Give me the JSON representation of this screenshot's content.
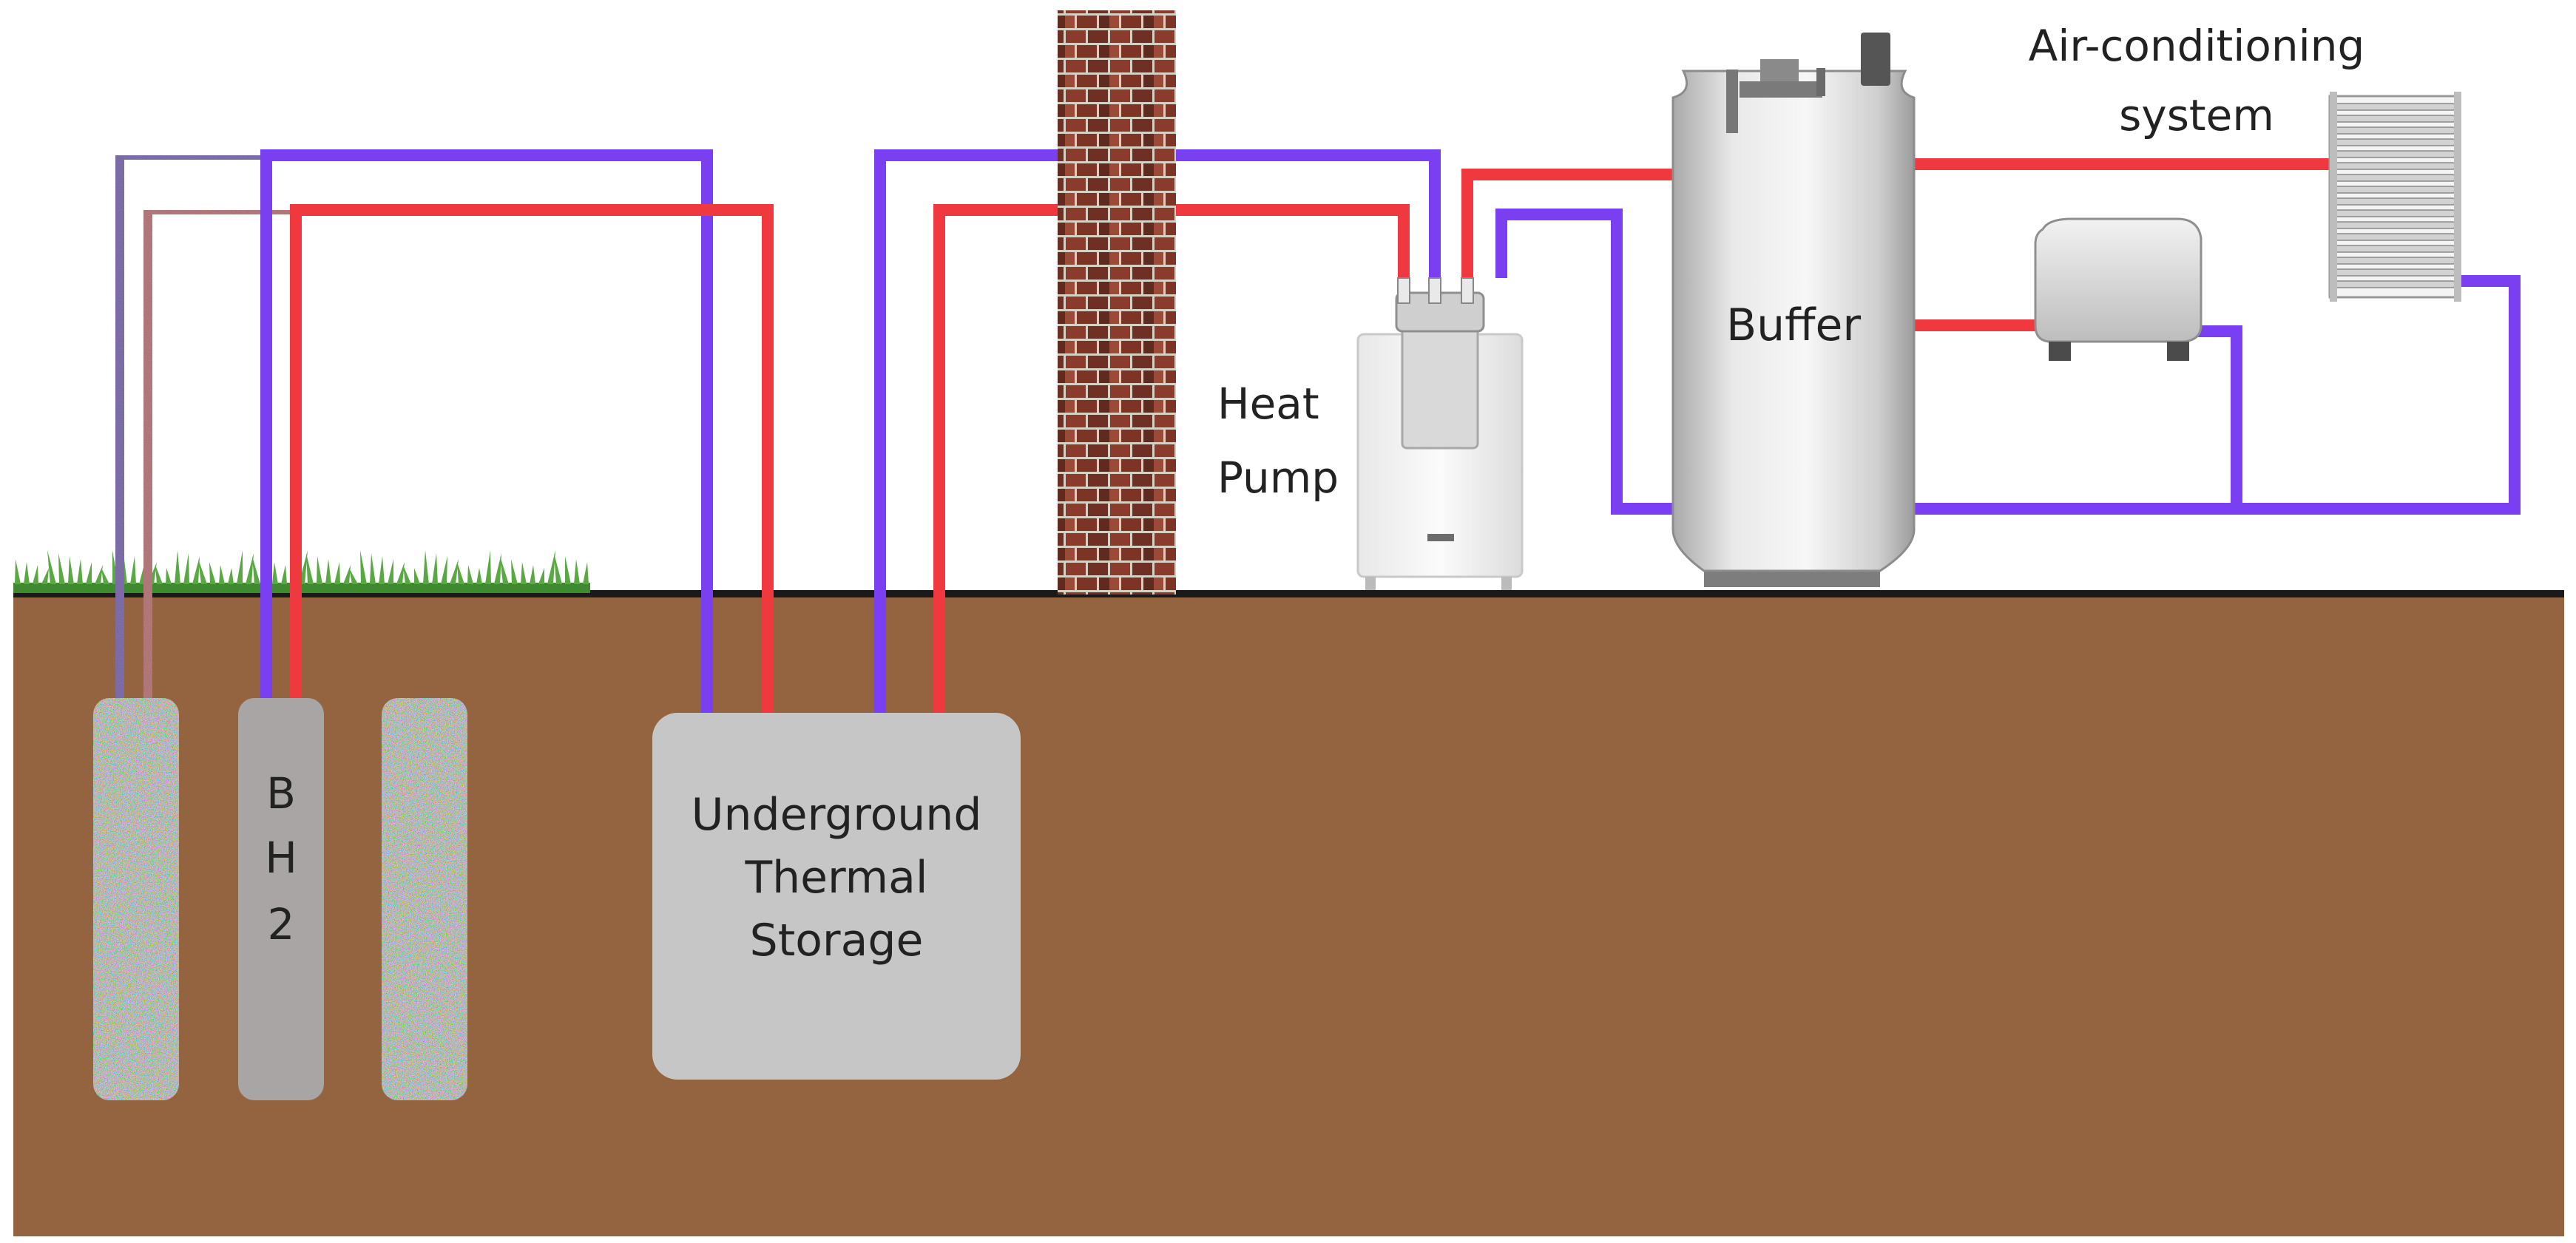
{
  "labels": {
    "heat_pump_line1": "Heat",
    "heat_pump_line2": "Pump",
    "buffer": "Buffer",
    "ac_line1": "Air-conditioning",
    "ac_line2": "system",
    "bh2_b": "B",
    "bh2_h": "H",
    "bh2_2": "2",
    "uts_line1": "Underground",
    "uts_line2": "Thermal",
    "uts_line3": "Storage"
  },
  "colors": {
    "hot_pipe": "#f0393f",
    "cold_pipe": "#7b3ff2",
    "soil": "#946440",
    "grass": "#4f9a3a",
    "storage_box": "#c6c6c6",
    "borehole_active": "#a9a5a5",
    "brick": "#8c3b2c"
  },
  "icons": [
    "brick-wall",
    "heat-pump-unit",
    "buffer-tank",
    "fan-coil-unit",
    "radiator-panel",
    "grass"
  ]
}
